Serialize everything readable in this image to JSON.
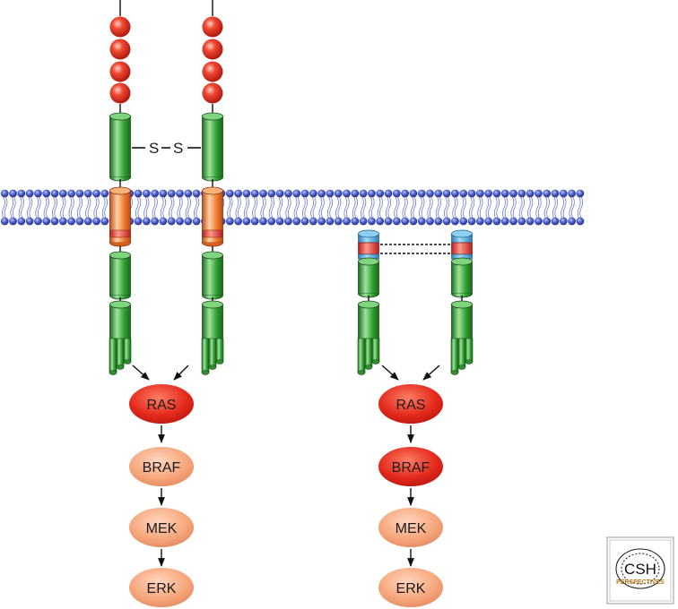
{
  "disulfide": {
    "s1": "S",
    "s2": "S"
  },
  "left_pathway": [
    "RAS",
    "BRAF",
    "MEK",
    "ERK"
  ],
  "right_pathway": [
    "RAS",
    "BRAF",
    "MEK",
    "ERK"
  ],
  "logo": {
    "main": "CSH",
    "sub": "PERSPECTIVES"
  },
  "colors": {
    "active_node": "#e02a1e",
    "inactive_node": "#f5a77e",
    "receptor_green": "#2e9a2e",
    "transmembrane_orange": "#f07a30",
    "bead_red": "#e8382a",
    "membrane_blue": "#3d4fb5",
    "cap_blue": "#4aa6dc"
  },
  "icons": [
    "disulfide-bond",
    "lipid-bilayer",
    "receptor-left",
    "receptor-right",
    "truncated-receptor-left",
    "truncated-receptor-right"
  ]
}
